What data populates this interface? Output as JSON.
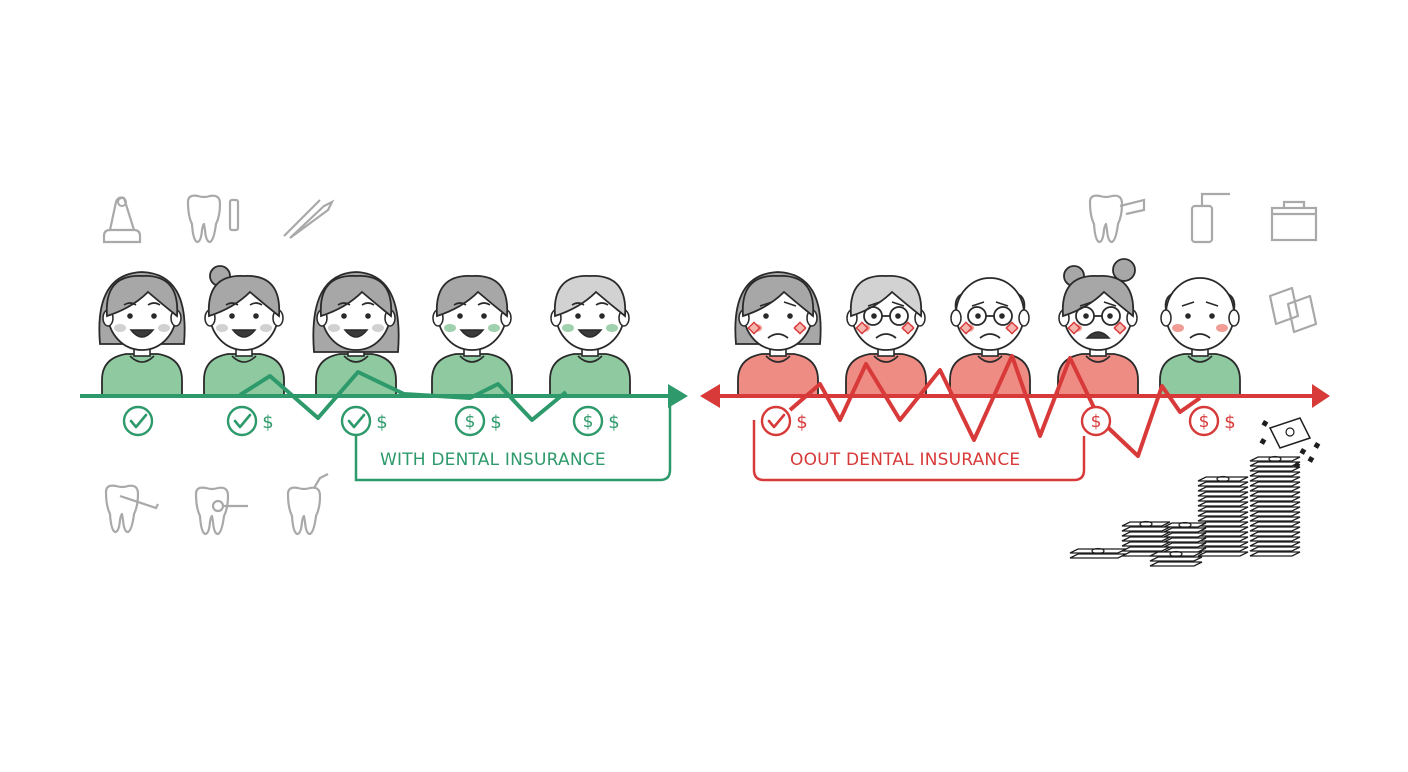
{
  "colors": {
    "insured": "#2e9a6c",
    "insured_fill": "#8fc9a0",
    "uninsured": "#d83a3a",
    "uninsured_fill": "#ee8c84",
    "outline": "#2a2a2a",
    "skin": "#ffffff",
    "hair": "#a7a7a7",
    "icon_gray": "#a9a9a9"
  },
  "labels": {
    "with": "WITH DENTAL INSURANCE",
    "without": "OOUT DENTAL INSURANCE"
  },
  "currency_symbol": "$",
  "insured_group": {
    "people": [
      {
        "age": "child",
        "hair": "bob",
        "mood": "happy"
      },
      {
        "age": "teen",
        "hair": "bun",
        "mood": "happy"
      },
      {
        "age": "adult",
        "hair": "long",
        "mood": "happy"
      },
      {
        "age": "middle-aged",
        "hair": "short",
        "mood": "happy"
      },
      {
        "age": "senior",
        "hair": "light",
        "mood": "happy"
      }
    ],
    "markers": [
      "check",
      "check-dollar",
      "check-dollar",
      "coin-dollar",
      "coin-dollar"
    ]
  },
  "uninsured_group": {
    "people": [
      {
        "age": "adult",
        "hair": "bob",
        "mood": "worried"
      },
      {
        "age": "middle-aged",
        "hair": "glasses",
        "mood": "worried"
      },
      {
        "age": "senior",
        "hair": "bald-glasses",
        "mood": "sad"
      },
      {
        "age": "senior",
        "hair": "bun-glasses",
        "mood": "crying"
      },
      {
        "age": "elderly",
        "hair": "bald",
        "mood": "sad"
      }
    ],
    "markers": [
      "check-dollar",
      "coin",
      "coin-dollar"
    ]
  },
  "decorative_icons": {
    "left": [
      "dental-chair-icon",
      "tooth-with-tube-icon",
      "dental-tools-icon",
      "tooth-brushing-icon",
      "tooth-mirror-icon",
      "broken-tooth-icon"
    ],
    "right": [
      "tooth-drill-icon",
      "floss-tube-icon",
      "dental-kit-icon",
      "bills-icon",
      "money-stacks-icon",
      "flying-money-icon"
    ]
  }
}
